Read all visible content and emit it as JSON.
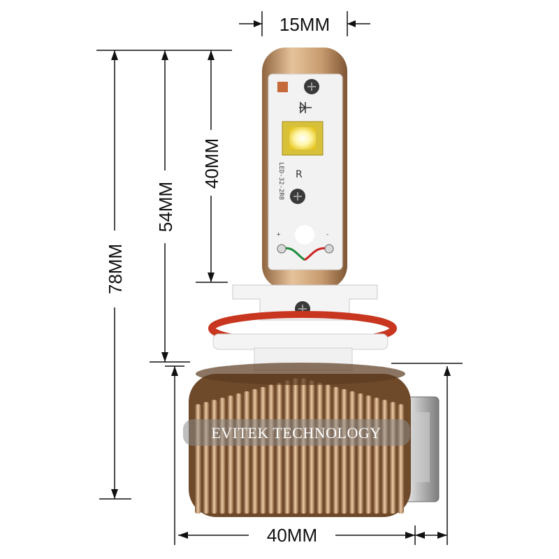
{
  "dimensions": {
    "top_width": "15MM",
    "height_overall": "78MM",
    "height_mid": "54MM",
    "height_upper": "40MM",
    "base_width": "40MM"
  },
  "pcb": {
    "model_text": "LED-32-2R8",
    "plus_label": "+",
    "minus_label": "-"
  },
  "watermark": "EVITEK TECHNOLOGY",
  "colors": {
    "gold": "#c79b6e",
    "gold_dark": "#8f643d",
    "ring_red": "#c8361f",
    "led_yellow": "#f6e33b"
  }
}
